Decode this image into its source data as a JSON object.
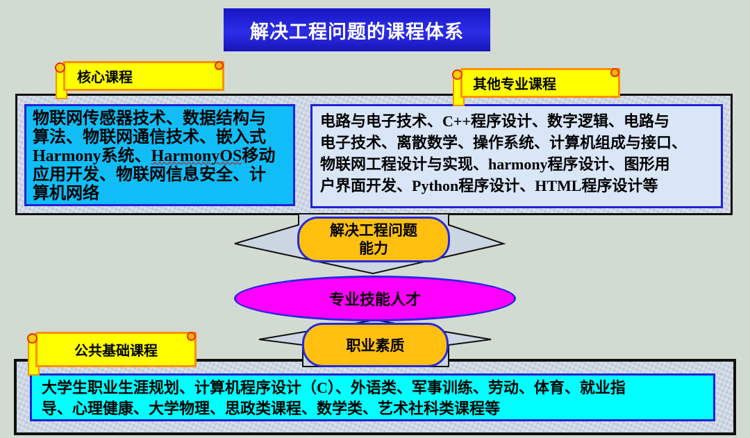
{
  "title": "解决工程问题的课程体系",
  "banners": {
    "core": "核心课程",
    "other": "其他专业课程",
    "public": "公共基础课程"
  },
  "boxes": {
    "core_courses": {
      "pre": "物联网传感器技术、数据结构与\n算法、物联网通信技术、嵌入式\nHarmony系统、",
      "spellcheck_word": "HarmonyOS",
      "post": "移动\n应用开发、物联网信息安全、计\n算机网络"
    },
    "other_courses": "电路与电子技术、C++程序设计、数字逻辑、电路与\n电子技术、离散数学、操作系统、计算机组成与接口、\n物联网工程设计与实现、harmony程序设计、图形用\n户界面开发、Python程序设计、HTML程序设计等",
    "public_courses": "大学生职业生涯规划、计算机程序设计（C）、外语类、军事训练、劳动、体育、就业指\n导、心理健康、大学物理、思政类课程、数学类、艺术社科类课程等"
  },
  "nodes": {
    "ability_line1": "解决工程问题",
    "ability_line2": "能力",
    "talent": "专业技能人才",
    "quality": "职业素质"
  },
  "colors": {
    "title_bg": "#2222d8",
    "title_text": "#ffffff",
    "core_box_fill": "#10bdf6",
    "other_box_fill": "#d9e6f8",
    "public_box_fill": "#00ffff",
    "node_fill": "#ffc010",
    "talent_fill": "#ff00ff",
    "banner_fill": "#ffff00",
    "banner_border": "#ff9000",
    "box_border": "#2121d8",
    "container_fill": "#ccd6e2",
    "slide_background": "#d2dbd2"
  }
}
